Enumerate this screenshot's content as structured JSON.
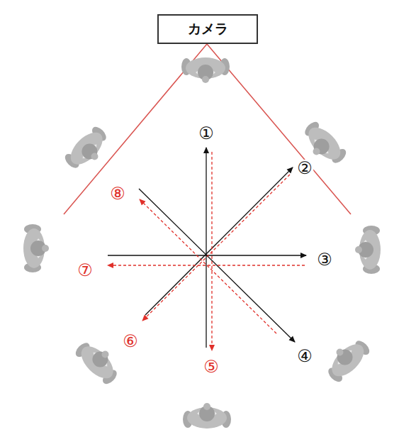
{
  "diagram": {
    "nodes": [
      {
        "text": [
          "カメラ"
        ]
      }
    ],
    "labels": [
      "①",
      "②",
      "③",
      "④",
      "⑤",
      "⑥",
      "⑦",
      "⑧"
    ]
  }
}
